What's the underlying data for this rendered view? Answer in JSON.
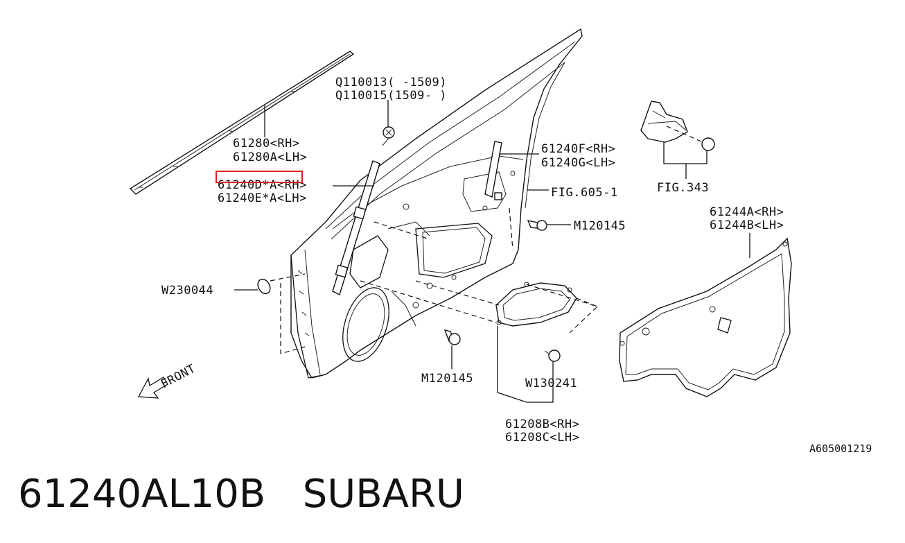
{
  "labels": {
    "q110013": "Q110013( -1509)",
    "q110015": "Q110015(1509- )",
    "p61280_rh": "61280<RH>",
    "p61280a_lh": "61280A<LH>",
    "p61240d_rh": "61240D*A<RH>",
    "p61240e_lh": "61240E*A<LH>",
    "p61240f_rh": "61240F<RH>",
    "p61240g_lh": "61240G<LH>",
    "fig605": "FIG.605-1",
    "m120145_top": "M120145",
    "fig343": "FIG.343",
    "p61244a_rh": "61244A<RH>",
    "p61244b_lh": "61244B<LH>",
    "w230044": "W230044",
    "m120145_bottom": "M120145",
    "w130241": "W130241",
    "p61208b_rh": "61208B<RH>",
    "p61208c_lh": "61208C<LH>",
    "front": "FRONT",
    "diagram_code": "A605001219"
  },
  "caption": {
    "part_number": "61240AL10B",
    "brand": "SUBARU"
  },
  "colors": {
    "highlight": "#e02020",
    "ink": "#111111"
  }
}
